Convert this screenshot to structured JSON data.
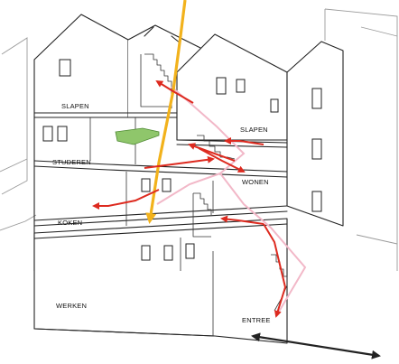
{
  "rooms": {
    "slapen_left": "SLAPEN",
    "slapen_right": "SLAPEN",
    "studeren": "STUDEREN",
    "wonen": "WONEN",
    "koken": "KOKEN",
    "werken": "WERKEN",
    "entree": "ENTREE"
  },
  "colors": {
    "circulation_arrow": "#dd2a1f",
    "daylight_arrow": "#f2b21c",
    "pink_route": "#f2b8c8",
    "study_platform": "#8fc66b",
    "building_lines": "#222222"
  },
  "icons": {
    "street_arrow": "double-headed-arrow"
  }
}
